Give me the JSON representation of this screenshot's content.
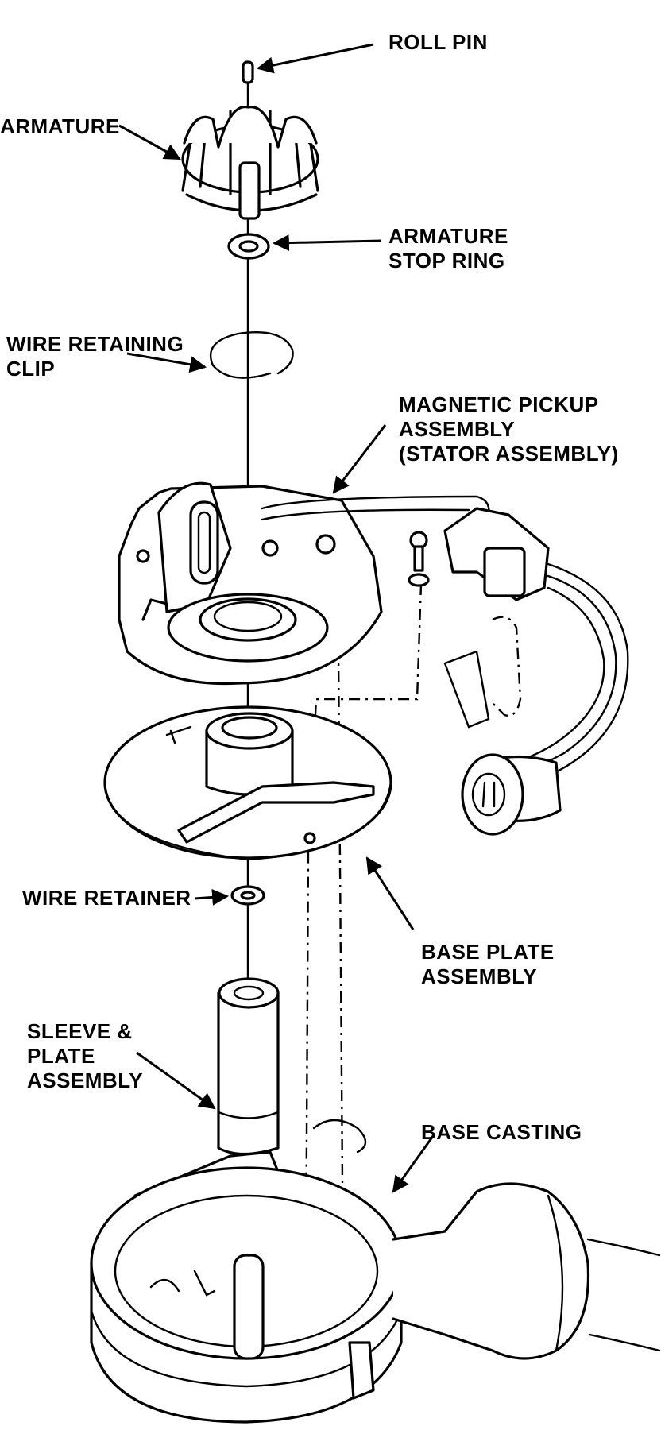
{
  "labels": {
    "roll_pin": "ROLL PIN",
    "armature": "ARMATURE",
    "armature_stop_ring": "ARMATURE\nSTOP RING",
    "wire_retaining_clip": "WIRE RETAINING\nCLIP",
    "magnetic_pickup": "MAGNETIC PICKUP\nASSEMBLY\n(STATOR ASSEMBLY)",
    "wire_retainer": "WIRE RETAINER",
    "base_plate": "BASE PLATE\nASSEMBLY",
    "sleeve_plate": "SLEEVE &\nPLATE\nASSEMBLY",
    "base_casting": "BASE CASTING"
  },
  "colors": {
    "ink": "#000000",
    "paper": "#ffffff"
  }
}
